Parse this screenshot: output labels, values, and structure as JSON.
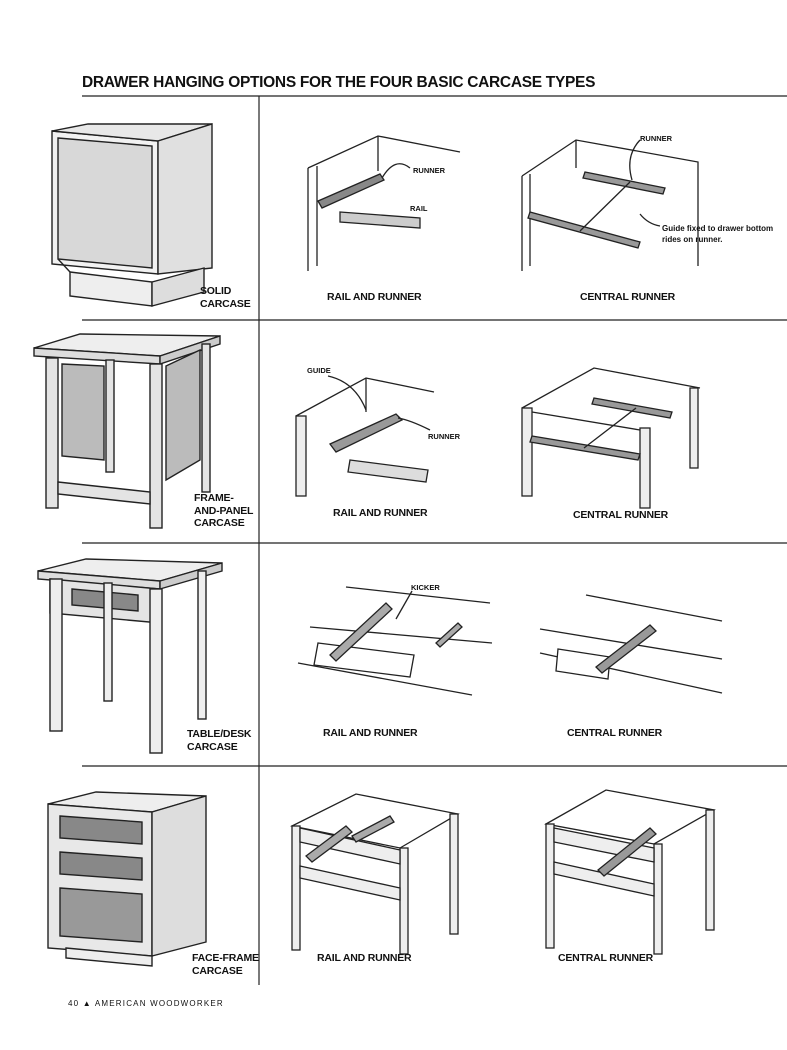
{
  "title": "DRAWER HANGING OPTIONS FOR THE FOUR BASIC CARCASE TYPES",
  "rows": [
    {
      "carcase_label_lines": [
        "SOLID",
        "CARCASE"
      ],
      "rail_label": "RAIL AND RUNNER",
      "central_label": "CENTRAL RUNNER",
      "callouts": {
        "runner": "RUNNER",
        "rail": "RAIL",
        "central_runner": "RUNNER",
        "guide_note_1": "Guide fixed to drawer bottom",
        "guide_note_2": "rides on runner."
      }
    },
    {
      "carcase_label_lines": [
        "FRAME-",
        "AND-PANEL",
        "CARCASE"
      ],
      "rail_label": "RAIL AND RUNNER",
      "central_label": "CENTRAL RUNNER",
      "callouts": {
        "guide": "GUIDE",
        "runner": "RUNNER"
      }
    },
    {
      "carcase_label_lines": [
        "TABLE/DESK",
        "CARCASE"
      ],
      "rail_label": "RAIL AND RUNNER",
      "central_label": "CENTRAL RUNNER",
      "callouts": {
        "kicker": "KICKER"
      }
    },
    {
      "carcase_label_lines": [
        "FACE-FRAME",
        "CARCASE"
      ],
      "rail_label": "RAIL AND RUNNER",
      "central_label": "CENTRAL RUNNER",
      "callouts": {}
    }
  ],
  "footer": {
    "page_number": "40",
    "separator": "▲",
    "magazine": "AMERICAN WOODWORKER"
  }
}
